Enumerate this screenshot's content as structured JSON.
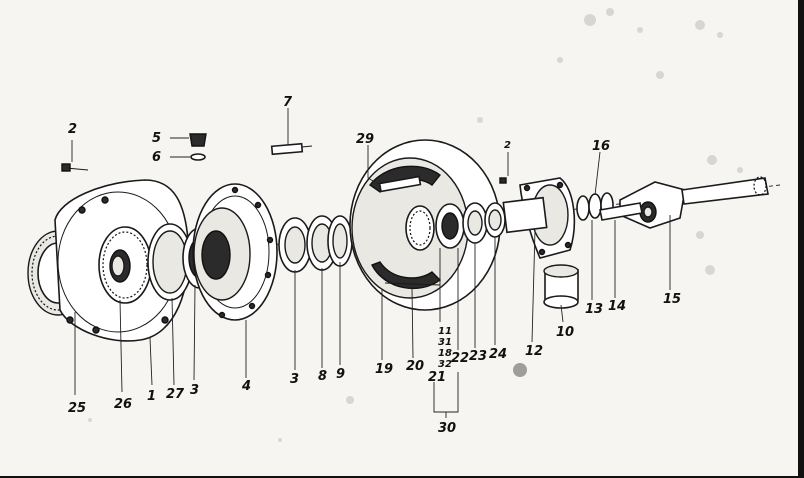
{
  "labels": [
    {
      "id": "p2a",
      "text": "2"
    },
    {
      "id": "p5",
      "text": "5"
    },
    {
      "id": "p6",
      "text": "6"
    },
    {
      "id": "p7",
      "text": "7"
    },
    {
      "id": "p29",
      "text": "29"
    },
    {
      "id": "p2b",
      "text": "2"
    },
    {
      "id": "p16",
      "text": "16"
    },
    {
      "id": "p25",
      "text": "25"
    },
    {
      "id": "p26",
      "text": "26"
    },
    {
      "id": "p1",
      "text": "1"
    },
    {
      "id": "p27",
      "text": "27"
    },
    {
      "id": "p3a",
      "text": "3"
    },
    {
      "id": "p4",
      "text": "4"
    },
    {
      "id": "p3b",
      "text": "3"
    },
    {
      "id": "p8",
      "text": "8"
    },
    {
      "id": "p9",
      "text": "9"
    },
    {
      "id": "p19",
      "text": "19"
    },
    {
      "id": "p20",
      "text": "20"
    },
    {
      "id": "p11",
      "text": "11"
    },
    {
      "id": "p31",
      "text": "31"
    },
    {
      "id": "p18",
      "text": "18"
    },
    {
      "id": "p32",
      "text": "32"
    },
    {
      "id": "p21",
      "text": "21"
    },
    {
      "id": "p22",
      "text": "22"
    },
    {
      "id": "p23",
      "text": "23"
    },
    {
      "id": "p24",
      "text": "24"
    },
    {
      "id": "p12",
      "text": "12"
    },
    {
      "id": "p10",
      "text": "10"
    },
    {
      "id": "p13",
      "text": "13"
    },
    {
      "id": "p14",
      "text": "14"
    },
    {
      "id": "p15",
      "text": "15"
    },
    {
      "id": "p30",
      "text": "30"
    }
  ]
}
